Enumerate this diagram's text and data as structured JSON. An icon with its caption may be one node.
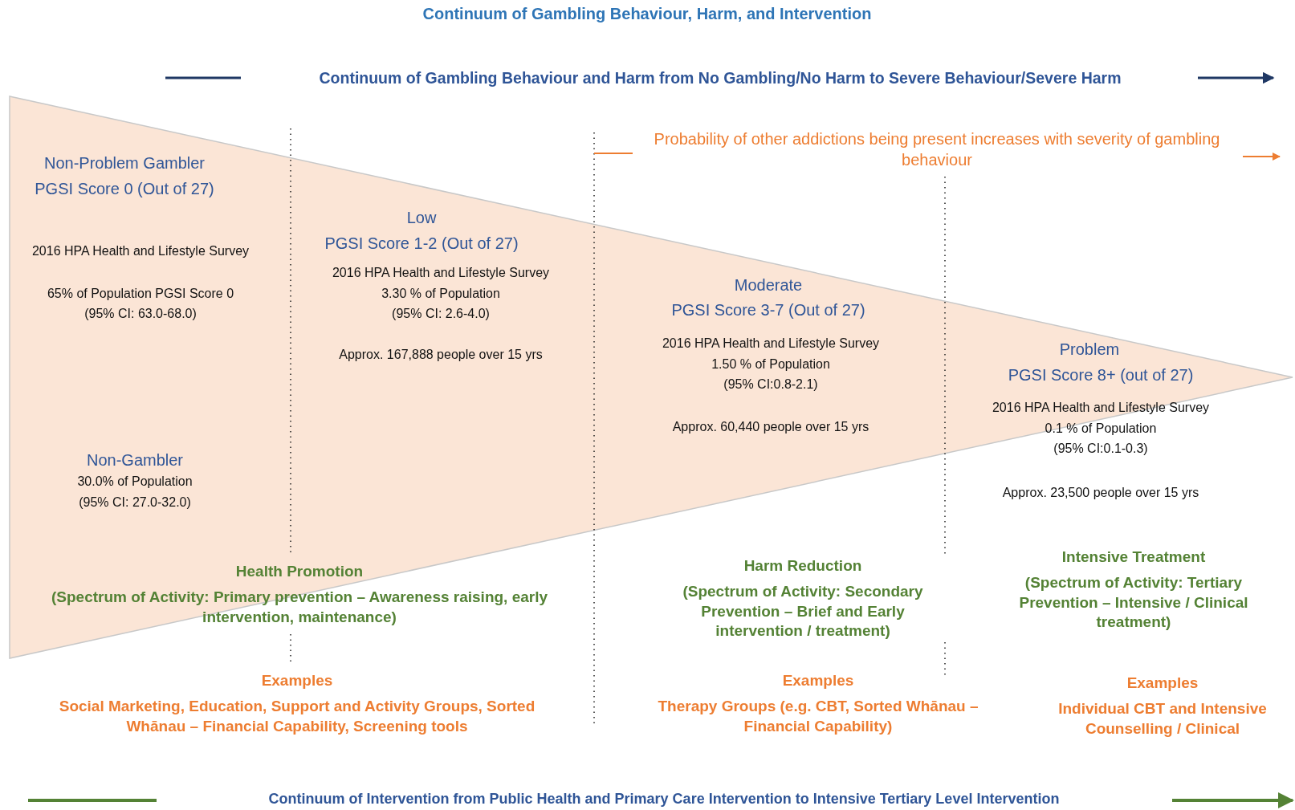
{
  "diagram": {
    "title": "Continuum of Gambling Behaviour, Harm, and Intervention",
    "labels": [
      "Continuum of Gambling Behaviour and Harm from No Gambling/No Harm to Severe Behaviour/Severe Harm",
      "Probability of other addictions being present increases with severity of gambling behaviour",
      "Non-Problem Gambler",
      "PGSI Score 0 (Out of 27)",
      "2016 HPA Health and Lifestyle Survey",
      "65% of Population PGSI Score 0",
      "(95% CI: 63.0-68.0)",
      "Low",
      "PGSI Score 1-2 (Out of 27)",
      "2016 HPA Health and Lifestyle Survey",
      "3.30 % of Population",
      "(95% CI: 2.6-4.0)",
      "Approx. 167,888 people over 15 yrs",
      "Moderate",
      "PGSI Score 3-7 (Out of 27)",
      "2016 HPA Health and Lifestyle Survey",
      "1.50 % of Population",
      "(95% CI:0.8-2.1)",
      "Approx. 60,440 people over 15 yrs",
      "Problem",
      "PGSI Score 8+ (out of 27)",
      "2016 HPA Health and Lifestyle Survey",
      "0.1 % of Population",
      "(95% CI:0.1-0.3)",
      "Approx. 23,500 people over 15 yrs",
      "Non-Gambler",
      "30.0% of Population",
      "(95% CI: 27.0-32.0)",
      "Health Promotion",
      "(Spectrum of Activity: Primary prevention – Awareness raising, early intervention, maintenance)",
      "Harm Reduction",
      "(Spectrum of Activity: Secondary Prevention – Brief and Early intervention / treatment)",
      "Intensive Treatment",
      "(Spectrum of Activity: Tertiary Prevention – Intensive / Clinical treatment)",
      "Examples",
      "Social Marketing, Education, Support and Activity Groups, Sorted Whānau – Financial Capability, Screening tools",
      "Examples",
      "Therapy Groups (e.g. CBT, Sorted Whānau – Financial Capability)",
      "Examples",
      "Individual CBT and Intensive Counselling / Clinical",
      "Continuum of Intervention from Public Health and Primary Care Intervention to Intensive Tertiary Level Intervention"
    ]
  }
}
